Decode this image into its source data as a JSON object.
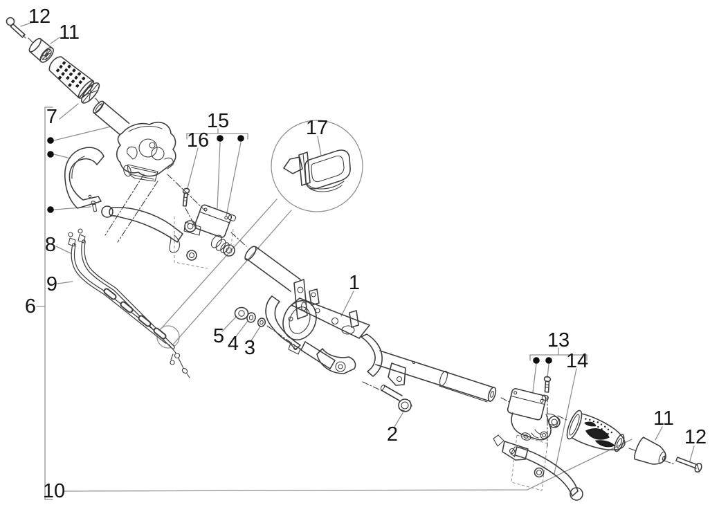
{
  "diagram": {
    "colors": {
      "background": "#ffffff",
      "line": "#3d3d3d",
      "leader": "#8f8f8f",
      "label": "#141414",
      "bullet": "#0b0b0b",
      "pattern": "#1e1e1e"
    },
    "callouts": {
      "handlebar": "1",
      "bolt": "2",
      "washer": "3",
      "spring_washer": "4",
      "nut": "5",
      "group_left": "6",
      "grip_left": "7",
      "cable_a": "8",
      "cable_b": "9",
      "grip_right": "10",
      "weight_left": "11",
      "screw_left": "12",
      "pump_right_group": "13",
      "lever_right": "14",
      "pump_left_group": "15",
      "pump_left_screw": "16",
      "clip_detail": "17",
      "weight_right": "11",
      "screw_right": "12"
    }
  }
}
